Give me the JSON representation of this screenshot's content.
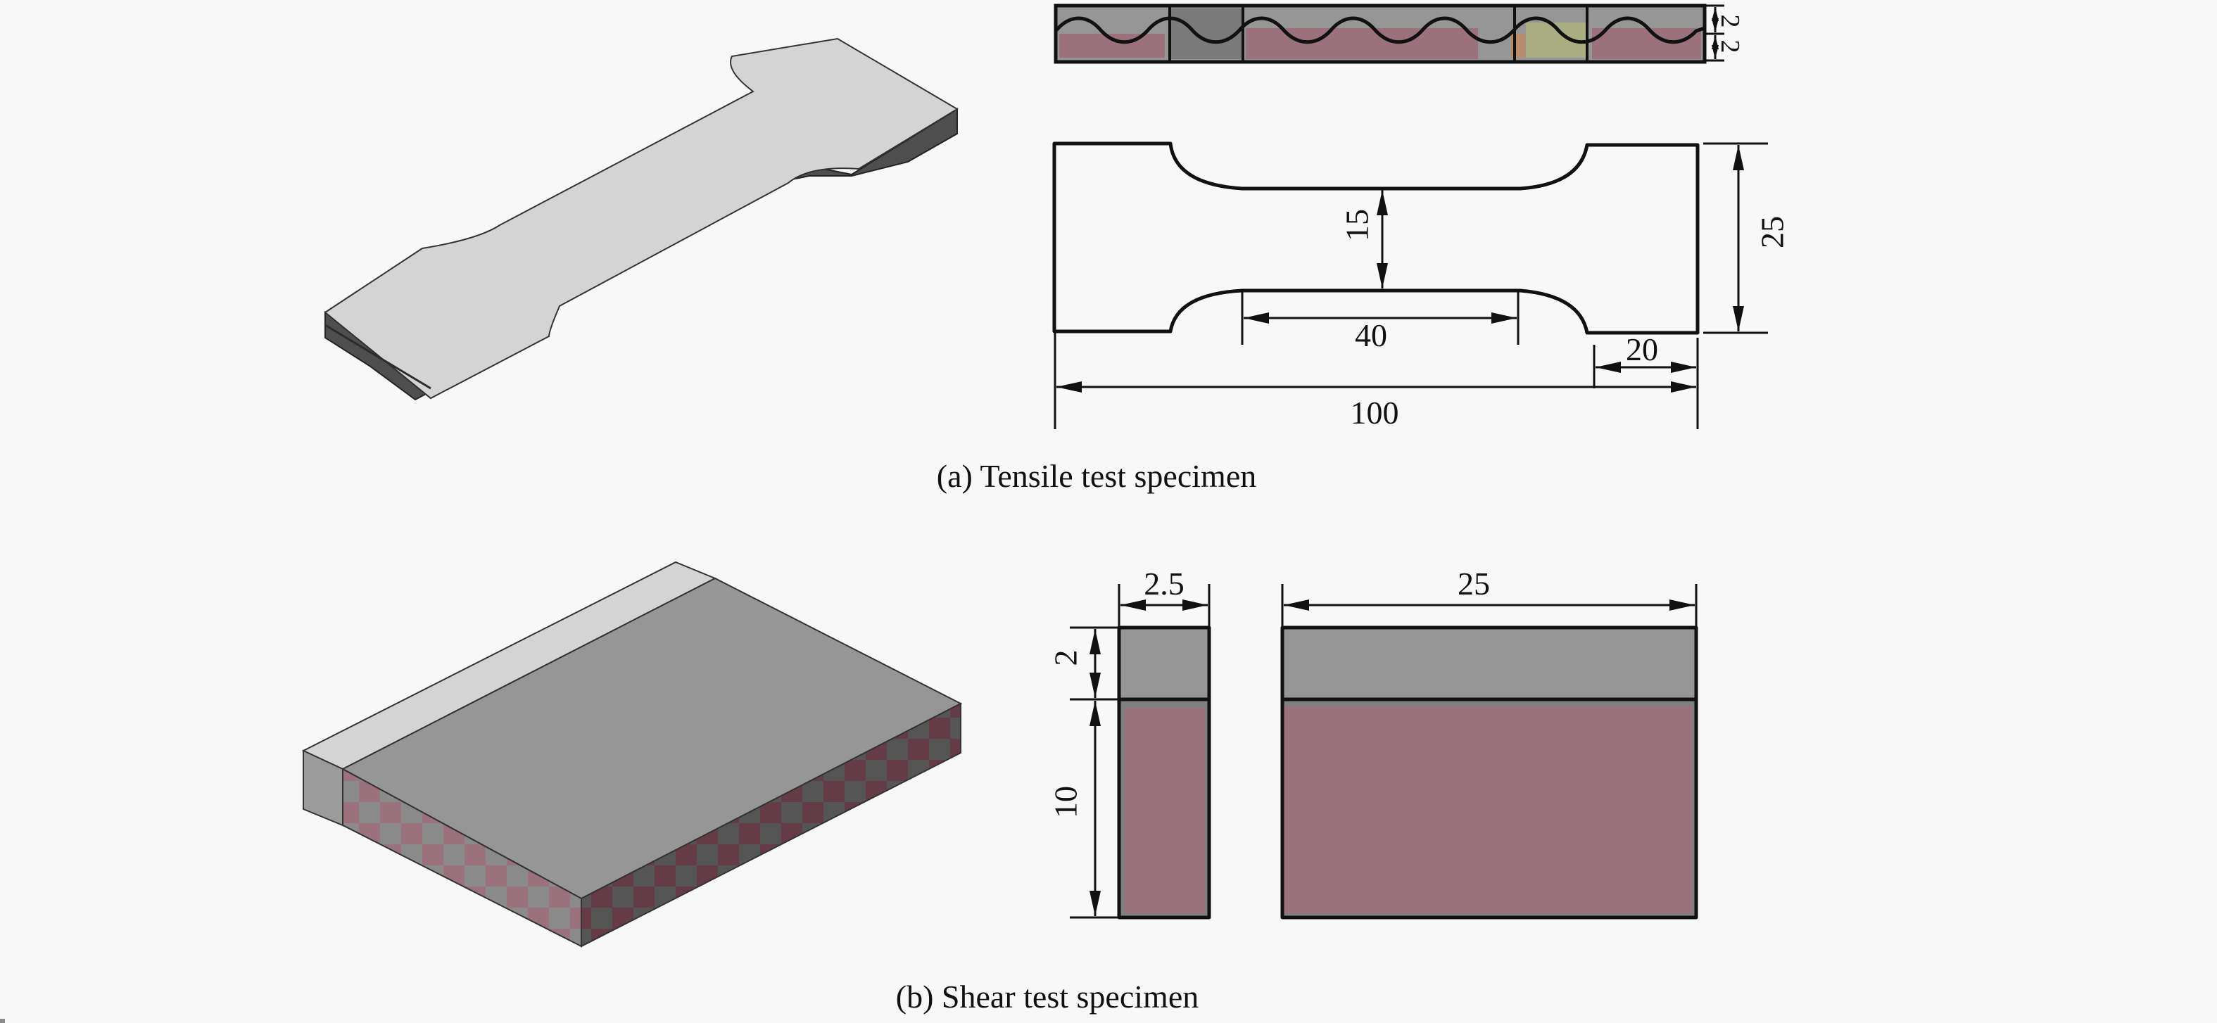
{
  "figure": {
    "panel_a": {
      "caption": "(a) Tensile test specimen",
      "dimensions": {
        "overall_length": "100",
        "gauge_length": "40",
        "grip_length": "20",
        "gauge_width": "15",
        "overall_width": "25",
        "layer_top_thickness": "2",
        "layer_bottom_thickness": "2"
      }
    },
    "panel_b": {
      "caption": "(b) Shear test specimen",
      "dimensions": {
        "thickness": "2.5",
        "width": "25",
        "top_layer_height": "2",
        "bottom_layer_height": "10"
      }
    },
    "colors": {
      "background": "#f8f8f8",
      "light_grey": "#d4d4d4",
      "mid_grey": "#969696",
      "dark_grey": "#5a5a5a",
      "mauve": "#9c717e",
      "dark_mauve": "#5e3a44",
      "olive": "#a9ad82",
      "tan": "#b88b6a",
      "line": "#111111"
    }
  }
}
